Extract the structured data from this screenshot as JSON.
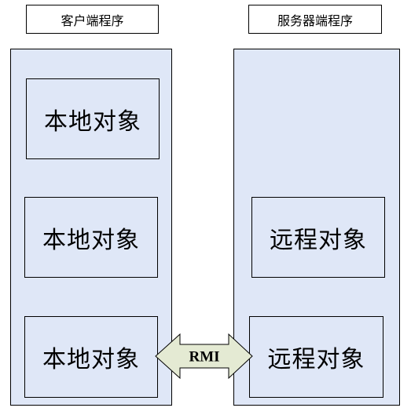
{
  "diagram": {
    "client": {
      "title": "客户端程序",
      "objects": [
        "本地对象",
        "本地对象",
        "本地对象"
      ]
    },
    "server": {
      "title": "服务器端程序",
      "objects": [
        "远程对象",
        "远程对象"
      ]
    },
    "connector": {
      "label": "RMI"
    },
    "colors": {
      "panel_fill": "#dfe7f7",
      "arrow_fill": "#e4ead3",
      "stroke": "#000000"
    }
  }
}
